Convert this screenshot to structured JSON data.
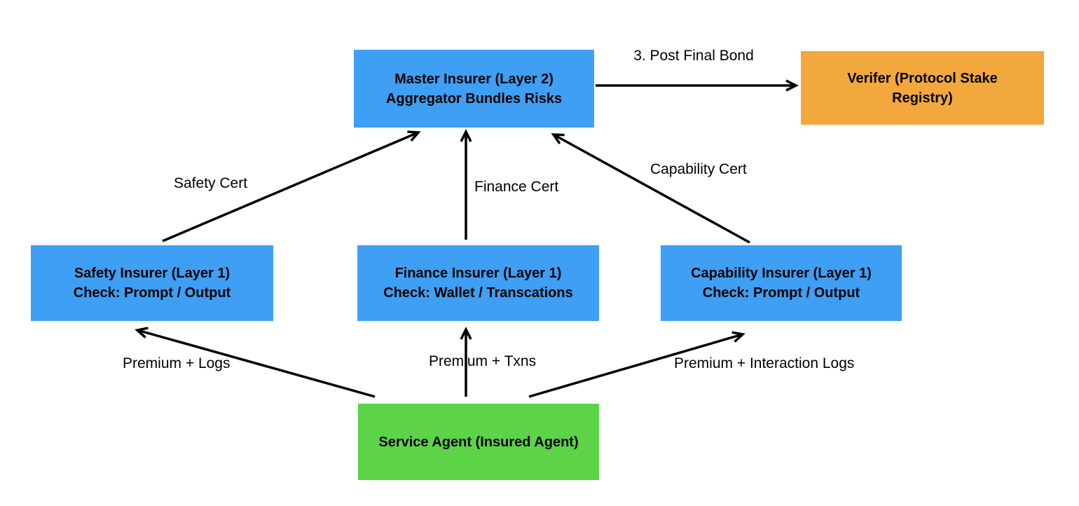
{
  "diagram": {
    "background": "#ffffff",
    "colors": {
      "insurer_blue": "#3E9FF4",
      "verifier_orange": "#F2A83D",
      "agent_green": "#5DD348",
      "arrow_black": "#000000",
      "text_black": "#000000"
    },
    "nodes": {
      "master": {
        "line1": "Master Insurer (Layer 2)",
        "line2": "Aggregator Bundles Risks",
        "fill": "#3E9FF4"
      },
      "verifier": {
        "line1": "Verifer (Protocol Stake",
        "line2": "Registry)",
        "fill": "#F2A83D"
      },
      "safety": {
        "line1": "Safety Insurer (Layer 1)",
        "line2": "Check: Prompt / Output",
        "fill": "#3E9FF4"
      },
      "finance": {
        "line1": "Finance Insurer (Layer 1)",
        "line2": "Check: Wallet / Transcations",
        "fill": "#3E9FF4"
      },
      "capability": {
        "line1": "Capability Insurer (Layer 1)",
        "line2": "Check: Prompt / Output",
        "fill": "#3E9FF4"
      },
      "service": {
        "line1": "Service Agent (Insured Agent)",
        "fill": "#5DD348"
      }
    },
    "edges": {
      "post_final_bond": {
        "label": "3. Post Final Bond",
        "from": "master",
        "to": "verifier"
      },
      "safety_cert": {
        "label": "Safety Cert",
        "from": "safety",
        "to": "master"
      },
      "finance_cert": {
        "label": "Finance Cert",
        "from": "finance",
        "to": "master"
      },
      "capability_cert": {
        "label": "Capability Cert",
        "from": "capability",
        "to": "master"
      },
      "premium_logs": {
        "label": "Premium + Logs",
        "from": "service",
        "to": "safety"
      },
      "premium_txns": {
        "label": "Premium + Txns",
        "from": "service",
        "to": "finance"
      },
      "premium_interaction_logs": {
        "label": "Premium + Interaction Logs",
        "from": "service",
        "to": "capability"
      }
    }
  }
}
